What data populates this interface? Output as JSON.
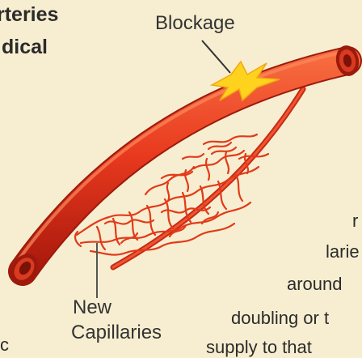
{
  "heading": {
    "line1": "rteries",
    "line2": "dical"
  },
  "labels": {
    "blockage": "Blockage",
    "new": "New",
    "capillaries": "Capillaries"
  },
  "body_text": {
    "r1": "r",
    "r2": "larie",
    "r3": "around",
    "r4": "doubling or t",
    "r5": "supply to that",
    "l5": "c"
  },
  "colors": {
    "background": "#f7eed1",
    "artery": "#e8391e",
    "artery_dark": "#b81f10",
    "blockage": "#ffd21e"
  }
}
